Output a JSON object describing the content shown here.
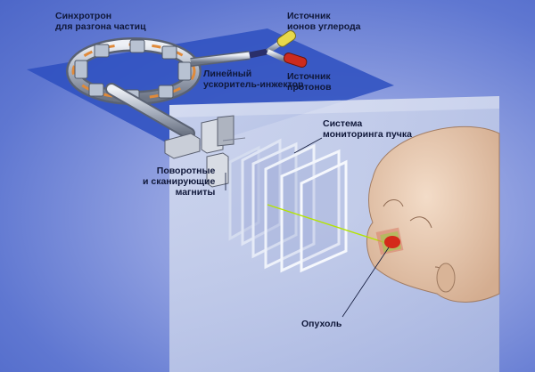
{
  "labels": {
    "synchrotron": [
      "Синхротрон",
      "для разгона частиц"
    ],
    "carbon_source": [
      "Источник",
      "ионов углерода"
    ],
    "linac": [
      "Линейный",
      "ускоритель-инжектор"
    ],
    "proton_source": [
      "Источник",
      "протонов"
    ],
    "beam_monitoring": [
      "Система",
      "мониторинга пучка"
    ],
    "magnets": [
      "Поворотные",
      "и сканирующие",
      "магниты"
    ],
    "tumor": [
      "Опухоль"
    ]
  },
  "colors": {
    "background": "#5f77d1",
    "platform": "#2d4fc0",
    "treatment_room": "#c5cfe8",
    "skin": "#e7c9b0",
    "beam": "#b4e400",
    "tumor": "#d42a1a",
    "carbon_source": "#e8d94a",
    "proton_source": "#cc2b1e"
  }
}
